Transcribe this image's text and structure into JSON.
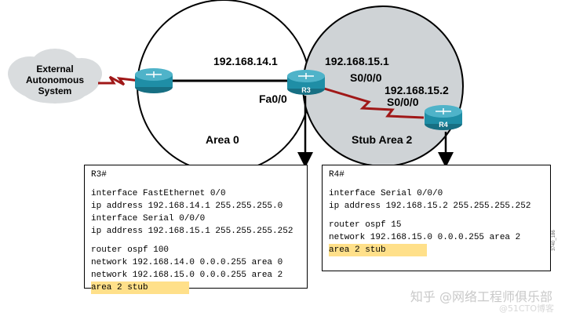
{
  "network": {
    "cloud_label_lines": [
      "External",
      "Autonomous",
      "System"
    ],
    "areas": {
      "area0": "Area 0",
      "stub": "Stub Area 2"
    },
    "addresses": {
      "r3_fa": "192.168.14.1",
      "r3_serial": "192.168.15.1",
      "r3_serial_if": "S0/0/0",
      "r4_serial": "192.168.15.2",
      "r4_serial_if": "S0/0/0",
      "r3_fa_if": "Fa0/0"
    },
    "routers": {
      "r3": "R3",
      "r4": "R4"
    }
  },
  "config_r3": {
    "title": "R3#",
    "lines": [
      "interface FastEthernet 0/0",
      "ip address 192.168.14.1 255.255.255.0",
      "interface Serial 0/0/0",
      "ip address 192.168.15.1 255.255.255.252",
      "",
      "router ospf 100",
      "network 192.168.14.0 0.0.0.255 area 0",
      "network 192.168.15.0 0.0.0.255 area 2"
    ],
    "highlight": "area 2 stub"
  },
  "config_r4": {
    "title": "R4#",
    "lines": [
      "interface Serial 0/0/0",
      "ip address 192.168.15.2 255.255.255.252",
      "",
      "router ospf 15",
      "network 192.168.15.0 0.0.0.255 area 2"
    ],
    "highlight": "area 2 stub"
  },
  "figure_tag": "3740_186",
  "watermark": "知乎 @网络工程师俱乐部",
  "watermark2": "@51CTO博客",
  "colors": {
    "router": "#1f8ea6",
    "serial_link": "#a01818",
    "stub_fill": "#cfd3d6",
    "highlight": "#ffe08a"
  }
}
